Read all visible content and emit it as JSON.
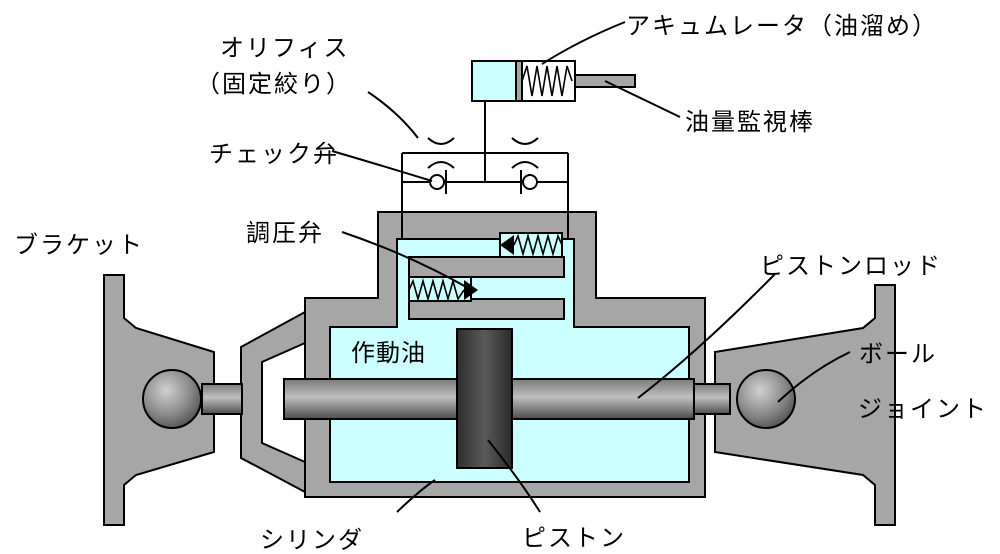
{
  "labels": {
    "accumulator": "アキュムレータ（油溜め）",
    "dipstick": "油量監視棒",
    "orifice_line1": "オリフィス",
    "orifice_line2": "（固定絞り）",
    "check_valve": "チェック弁",
    "pressure_valve": "調圧弁",
    "bracket": "ブラケット",
    "piston_rod": "ピストンロッド",
    "hydraulic_oil": "作動油",
    "ball_joint_line1": "ボール",
    "ball_joint_line2": "ジョイント",
    "cylinder": "シリンダ",
    "piston": "ピストン"
  },
  "colors": {
    "housing": "#a6a6a6",
    "oil": "#ccffff",
    "piston_body": "#404040",
    "rod_gradient_light": "#bfbfbf",
    "rod_gradient_dark": "#4d4d4d",
    "ball_light": "#c8c8c8",
    "ball_dark": "#505050"
  }
}
